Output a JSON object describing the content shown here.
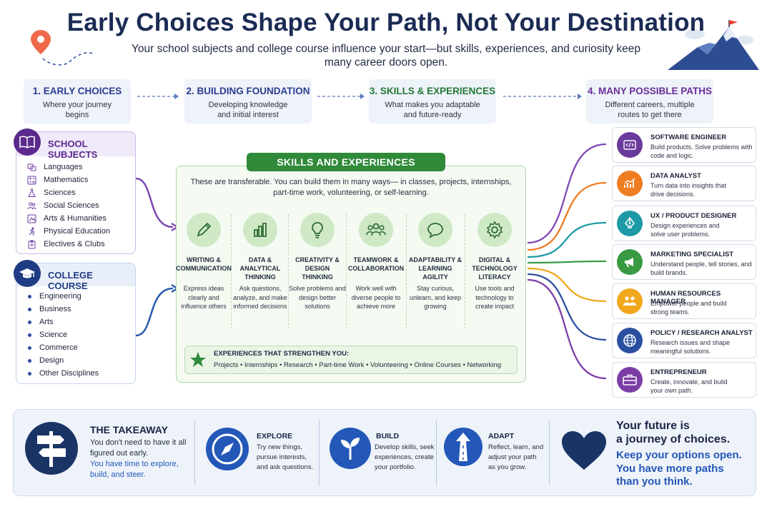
{
  "header": {
    "title": "Early Choices Shape Your Path, Not Your Destination",
    "subtitle": "Your school subjects and college course influence your start—but skills, experiences, and curiosity keep many career doors open."
  },
  "steps": [
    {
      "title": "1. EARLY CHOICES",
      "sub": "Where your journey begins"
    },
    {
      "title": "2. BUILDING FOUNDATION",
      "sub": "Developing knowledge and initial interest"
    },
    {
      "title": "3. SKILLS & EXPERIENCES",
      "sub": "What makes you adaptable and future-ready"
    },
    {
      "title": "4. MANY POSSIBLE PATHS",
      "sub": "Different careers, multiple routes to get there"
    }
  ],
  "school_subjects": {
    "title": "SCHOOL SUBJECTS",
    "items": [
      "Languages",
      "Mathematics",
      "Sciences",
      "Social Sciences",
      "Arts & Humanities",
      "Physical Education",
      "Electives & Clubs"
    ]
  },
  "college_course": {
    "title": "COLLEGE COURSE",
    "items": [
      "Engineering",
      "Business",
      "Arts",
      "Science",
      "Commerce",
      "Design",
      "Other Disciplines"
    ]
  },
  "skills": {
    "title": "SKILLS AND EXPERIENCES",
    "intro": "These are transferable. You can build them in many ways— in classes, projects, internships, part-time work, volunteering, or self-learning.",
    "items": [
      {
        "name": "WRITING & COMMUNICATION",
        "desc": "Express ideas clearly and influence others",
        "icon": "pencil-icon"
      },
      {
        "name": "DATA & ANALYTICAL THINKING",
        "desc": "Ask questions, analyze, and make informed decisions",
        "icon": "bar-chart-icon"
      },
      {
        "name": "CREATIVITY & DESIGN THINKING",
        "desc": "Solve problems and design better solutions",
        "icon": "lightbulb-icon"
      },
      {
        "name": "TEAMWORK & COLLABORATION",
        "desc": "Work well with diverse people to achieve more",
        "icon": "team-icon"
      },
      {
        "name": "ADAPTABILITY & LEARNING AGILITY",
        "desc": "Stay curious, unlearn, and keep growing",
        "icon": "chat-bubble-icon"
      },
      {
        "name": "DIGITAL & TECHNOLOGY LITERACY",
        "desc": "Use tools and technology to create impact",
        "icon": "gear-icon"
      }
    ],
    "experiences_title": "EXPERIENCES THAT STRENGTHEN YOU:",
    "experiences": "Projects  •  Internships  •  Research  •  Part-time Work  •  Volunteering  •  Online Courses  •  Networking"
  },
  "careers": [
    {
      "title": "SOFTWARE ENGINEER",
      "desc": "Build products. Solve problems with code and logic.",
      "color": "#6a3a9c",
      "icon": "code-icon"
    },
    {
      "title": "DATA ANALYST",
      "desc": "Turn data into insights that drive decisions.",
      "color": "#ef7d22",
      "icon": "chart-icon"
    },
    {
      "title": "UX / PRODUCT DESIGNER",
      "desc": "Design experiences and solve user problems.",
      "color": "#1d9aa6",
      "icon": "pen-nib-icon"
    },
    {
      "title": "MARKETING SPECIALIST",
      "desc": "Understand people, tell stories, and build brands.",
      "color": "#3a9a44",
      "icon": "megaphone-icon"
    },
    {
      "title": "HUMAN RESOURCES MANAGER",
      "desc": "Empower people and build strong teams.",
      "color": "#f2a81d",
      "icon": "people-icon"
    },
    {
      "title": "POLICY / RESEARCH ANALYST",
      "desc": "Research issues and shape meaningful solutions.",
      "color": "#2b4fa0",
      "icon": "globe-icon"
    },
    {
      "title": "ENTREPRENEUR",
      "desc": "Create, innovate, and build your own path.",
      "color": "#7b3da6",
      "icon": "briefcase-icon"
    }
  ],
  "takeaway": {
    "title": "THE TAKEAWAY",
    "text": "You don't need to have it all figured out early.",
    "blue": "You have time to explore, build, and steer.",
    "explore": {
      "title": "EXPLORE",
      "text": "Try new things, pursue interests, and ask questions."
    },
    "build": {
      "title": "BUILD",
      "text": "Develop skills, seek experiences, create your portfolio."
    },
    "adapt": {
      "title": "ADAPT",
      "text": "Reflect, learn, and adjust your path as you grow."
    },
    "future_line1": "Your future is",
    "future_line2": "a journey of choices.",
    "future_blue": "Keep your options open. You have more paths than you think."
  }
}
